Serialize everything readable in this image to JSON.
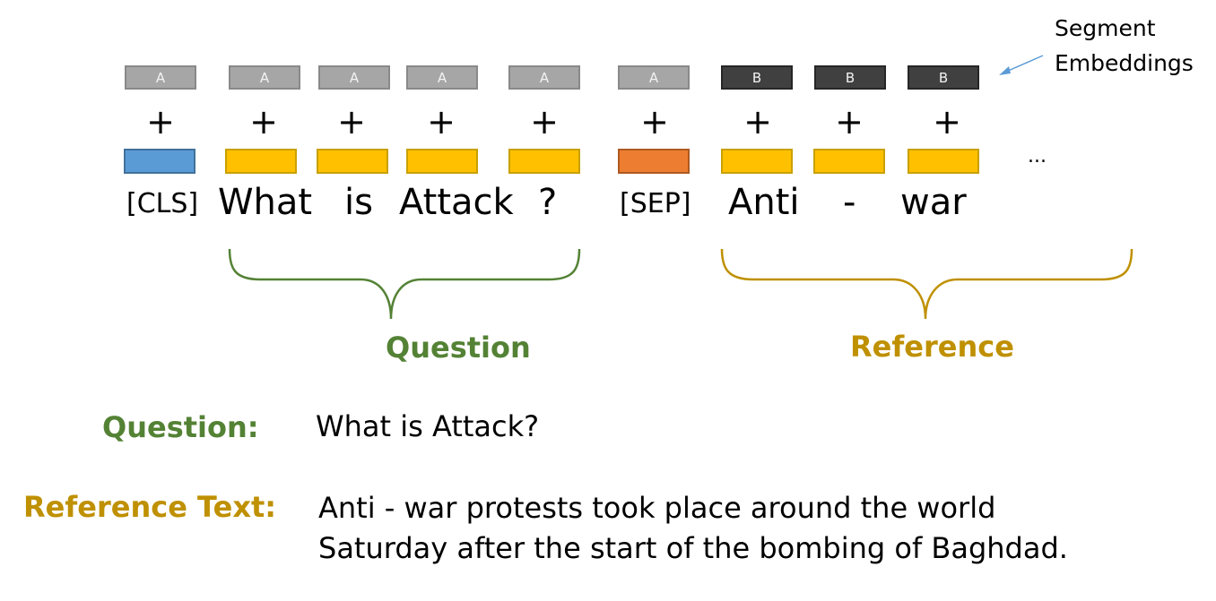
{
  "segment_note": {
    "line1": "Segment",
    "line2": "Embeddings"
  },
  "tokens": [
    {
      "segment": "A",
      "text": "[CLS]",
      "kind": "cls"
    },
    {
      "segment": "A",
      "text": "What",
      "kind": "word"
    },
    {
      "segment": "A",
      "text": "is",
      "kind": "word"
    },
    {
      "segment": "A",
      "text": "Attack",
      "kind": "word"
    },
    {
      "segment": "A",
      "text": "?",
      "kind": "word"
    },
    {
      "segment": "A",
      "text": "[SEP]",
      "kind": "sep"
    },
    {
      "segment": "B",
      "text": "Anti",
      "kind": "word"
    },
    {
      "segment": "B",
      "text": "-",
      "kind": "word"
    },
    {
      "segment": "B",
      "text": "war",
      "kind": "word"
    }
  ],
  "plus_symbol": "+",
  "ellipsis": "...",
  "groups": {
    "question_label": "Question",
    "reference_label": "Reference"
  },
  "details": {
    "question_heading": "Question:",
    "question_text": "What is Attack?",
    "reference_heading": "Reference Text:",
    "reference_line1": "Anti - war protests took place around the world",
    "reference_line2": "Saturday after the start of the bombing of Baghdad."
  },
  "colors": {
    "question_green": "#548235",
    "reference_gold": "#bf9000",
    "cls_blue": "#5b9bd5",
    "token_yellow": "#ffc000",
    "sep_orange": "#ed7d31",
    "segment_a_gray": "#a6a6a6",
    "segment_b_dark": "#404040"
  }
}
